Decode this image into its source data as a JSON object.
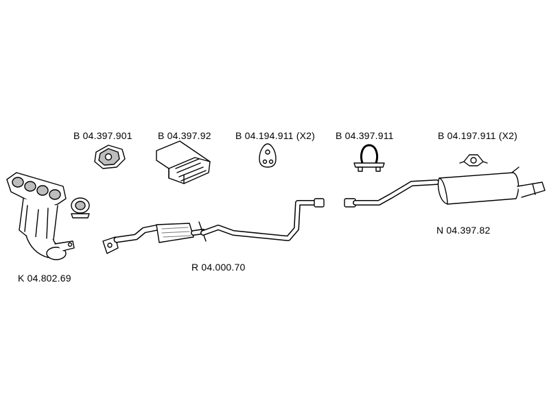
{
  "labels": {
    "b_397901": "B 04.397.901",
    "b_39792": "B 04.397.92",
    "b_194911": "B 04.194.911 (X2)",
    "b_397911": "B 04.397.911",
    "b_197911": "B 04.197.911 (X2)",
    "k_80269": "K 04.802.69",
    "r_00070": "R 04.000.70",
    "n_39782": "N 04.397.82"
  },
  "colors": {
    "line": "#000000",
    "fill": "#ffffff",
    "shade": "#bdbdbd"
  }
}
